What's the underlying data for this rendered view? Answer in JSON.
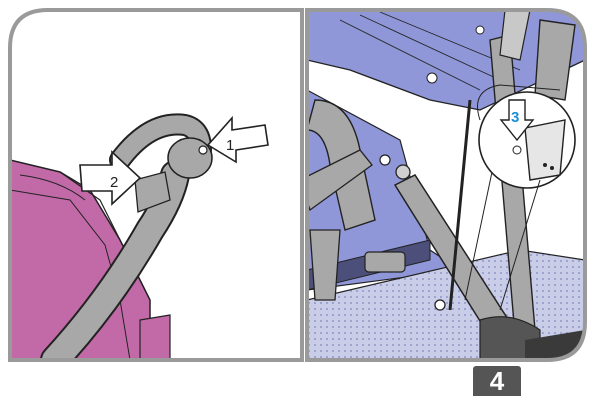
{
  "diagram": {
    "arrows": [
      {
        "label": "1",
        "color": "#222222"
      },
      {
        "label": "2",
        "color": "#222222"
      },
      {
        "label": "3",
        "color": "#1e8fd6"
      }
    ],
    "step_number": "4",
    "colors": {
      "panel_border": "#9a9a9a",
      "stroller_fabric": "#c26aa8",
      "seat_fabric": "#8f97d8",
      "frame_gray": "#a8a8a8",
      "callout_blue": "#1e8fd6",
      "badge": "#555555"
    },
    "icons": [
      "arrow-1-icon",
      "arrow-2-icon",
      "arrow-3-icon"
    ]
  }
}
